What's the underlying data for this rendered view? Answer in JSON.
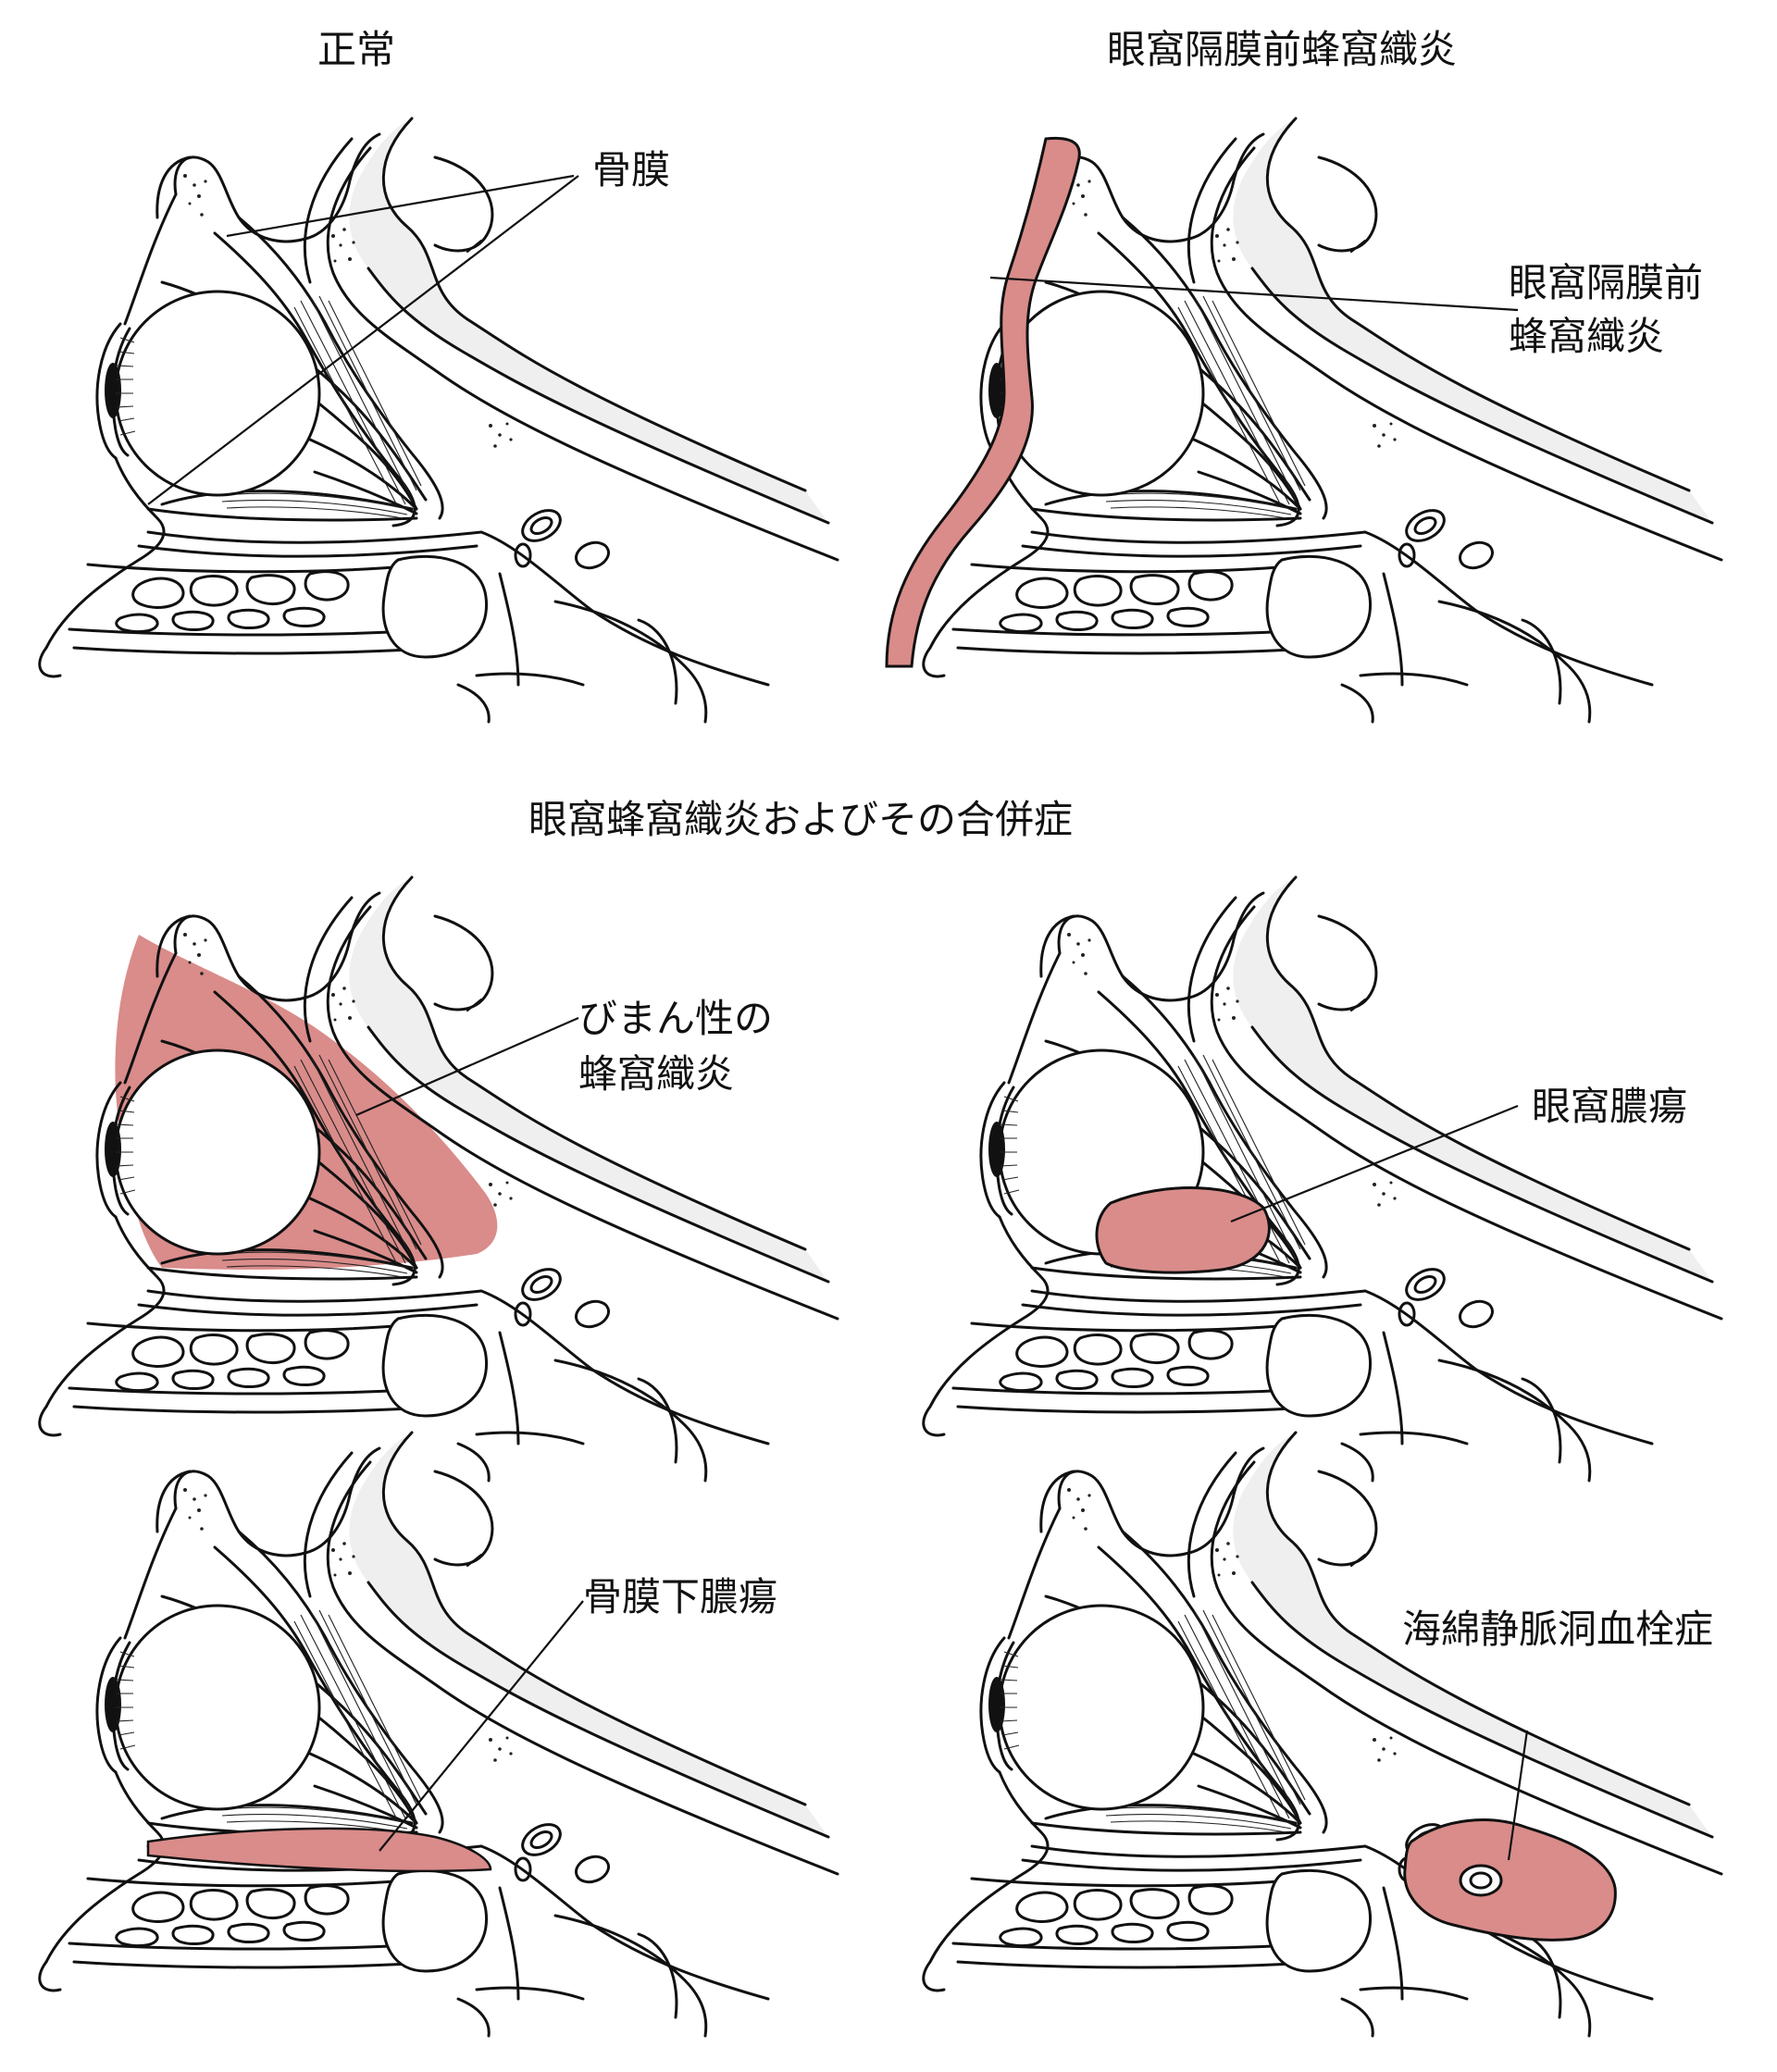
{
  "titles": {
    "normal": "正常",
    "preseptal": "眼窩隔膜前蜂窩織炎",
    "orbital": "眼窩蜂窩織炎およびその合併症"
  },
  "labels": {
    "periosteum": "骨膜",
    "preseptal_line1": "眼窩隔膜前",
    "preseptal_line2": "蜂窩織炎",
    "diffuse_line1": "びまん性の",
    "diffuse_line2": "蜂窩織炎",
    "orbital_abscess": "眼窩膿瘍",
    "subperiosteal_abscess": "骨膜下膿瘍",
    "cavernous_sinus_thrombosis": "海綿静脈洞血栓症"
  },
  "colors": {
    "inflammation": "#d98c8a",
    "brain": "#efefef",
    "line": "#111111",
    "background": "#ffffff"
  }
}
